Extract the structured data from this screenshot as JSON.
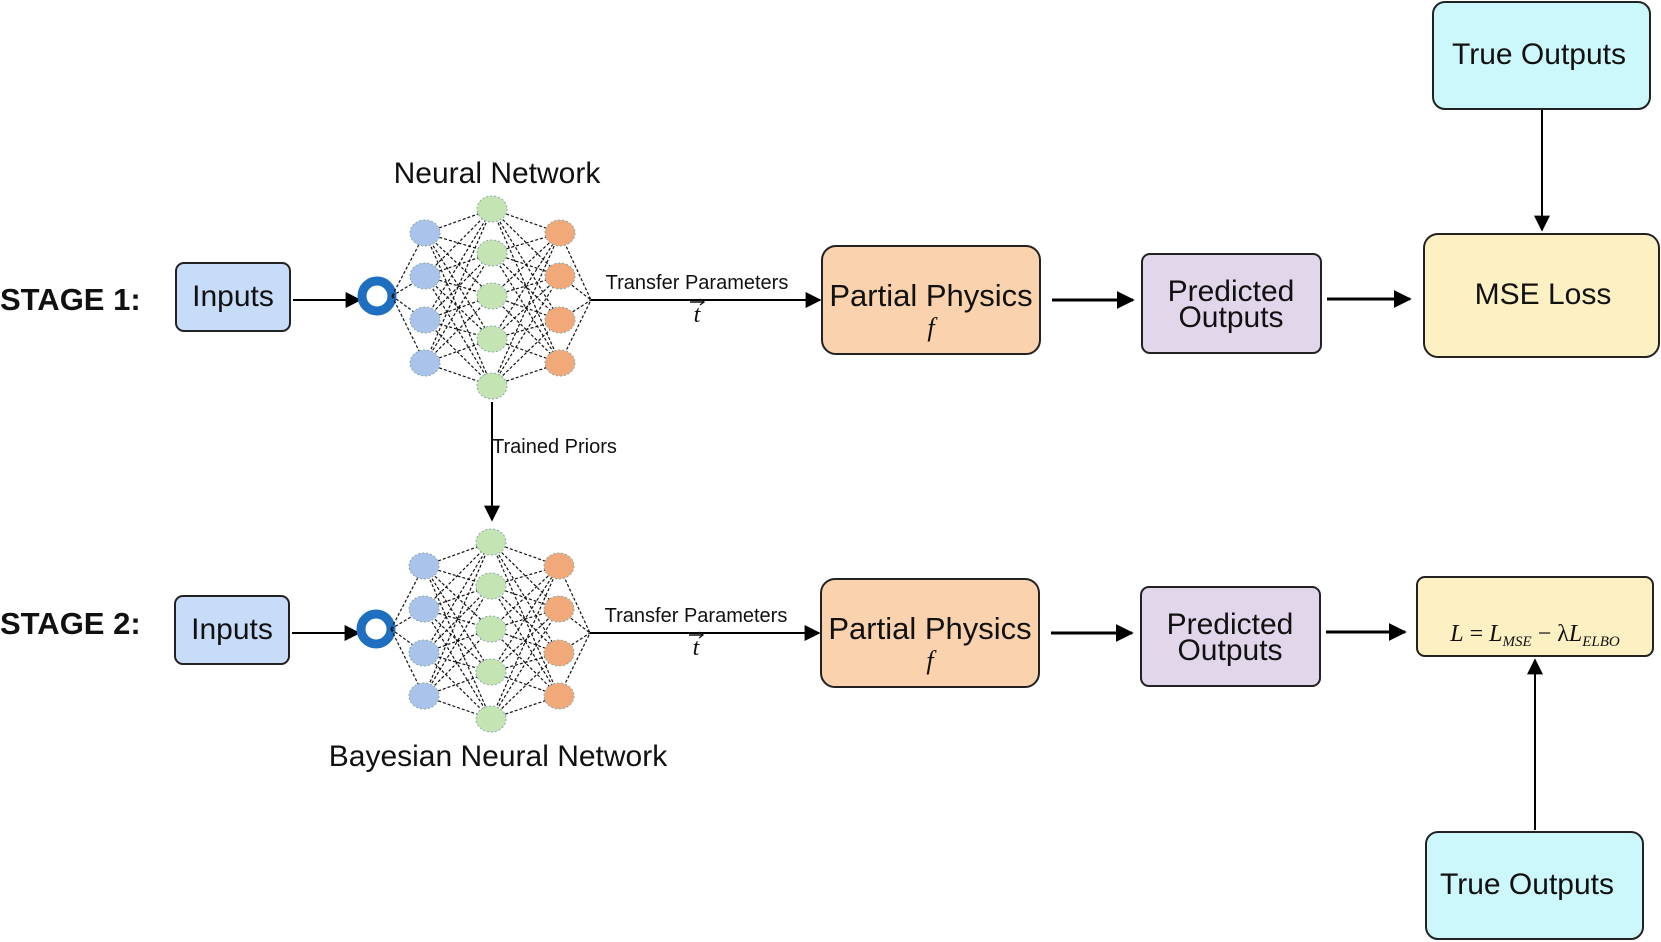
{
  "stage1": {
    "label": "STAGE 1:",
    "inputs": "Inputs",
    "network_title": "Neural Network",
    "transfer_label": "Transfer Parameters",
    "transfer_symbol": "t",
    "physics_line1": "Partial Physics",
    "physics_symbol": "f",
    "predicted_line1": "Predicted",
    "predicted_line2": "Outputs",
    "loss": "MSE Loss",
    "true_outputs": "True Outputs"
  },
  "link": {
    "trained_priors": "Trained Priors"
  },
  "stage2": {
    "label": "STAGE 2:",
    "inputs": "Inputs",
    "network_title": "Bayesian Neural Network",
    "transfer_label": "Transfer Parameters",
    "transfer_symbol": "t",
    "physics_line1": "Partial Physics",
    "physics_symbol": "f",
    "predicted_line1": "Predicted",
    "predicted_line2": "Outputs",
    "loss_formula": {
      "L": "L",
      "eq": " = ",
      "Lmse": "L",
      "mse_sub": "MSE",
      "minus": " − ",
      "lambda": "λ",
      "Lelbo": "L",
      "elbo_sub": "ELBO"
    },
    "true_outputs": "True Outputs"
  },
  "colors": {
    "inputs_fill": "#c7dcf8",
    "physics_fill": "#fad2ad",
    "predicted_fill": "#e2d6ea",
    "loss_fill": "#fdf0c3",
    "true_fill": "#cdf8fb",
    "node_blue": "#a9c3eb",
    "node_green": "#c5e4b3",
    "node_orange": "#f2a97a",
    "ring_blue": "#1f6fc0"
  },
  "icons": {
    "input_ring": "ring-icon",
    "network": "neural-network-icon"
  }
}
